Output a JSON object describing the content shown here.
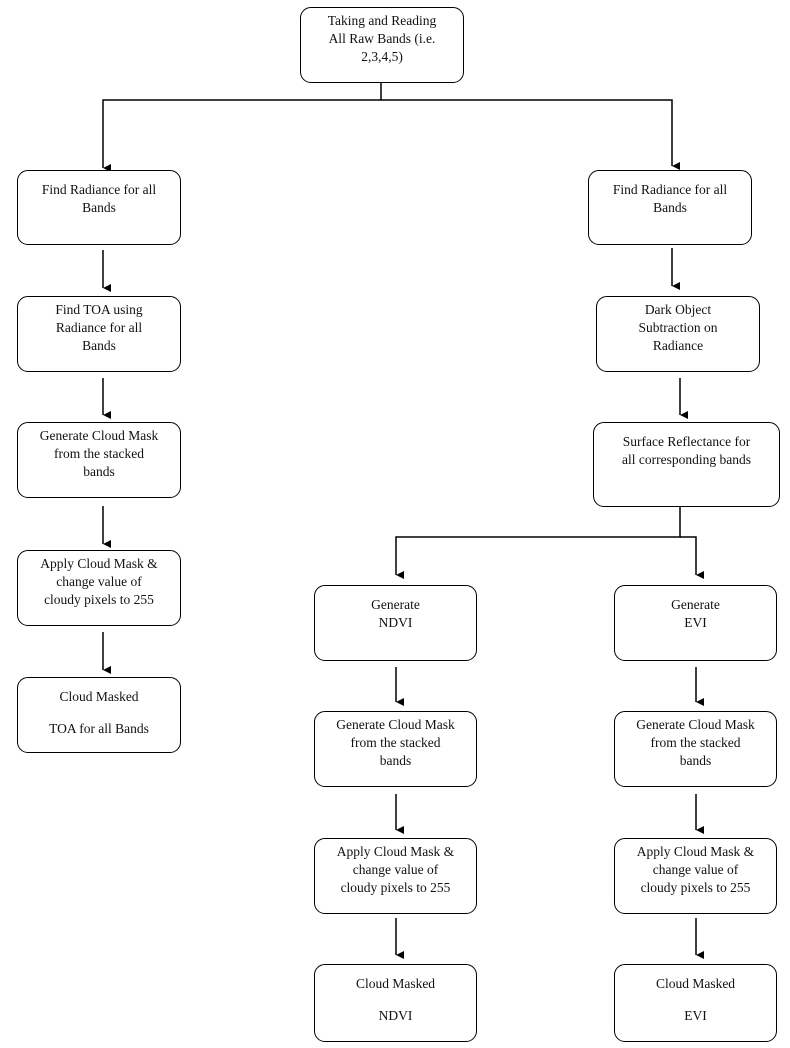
{
  "nodes": {
    "start": {
      "lines": [
        "Taking and Reading",
        "All Raw Bands (i.e.",
        "2,3,4,5)"
      ]
    },
    "left": {
      "radiance": {
        "lines": [
          "Find Radiance for all",
          "Bands"
        ]
      },
      "toa": {
        "lines": [
          "Find TOA using",
          "Radiance for all",
          "Bands"
        ]
      },
      "cloud_mask": {
        "lines": [
          "Generate Cloud Mask",
          "from the stacked",
          "bands"
        ]
      },
      "apply_mask": {
        "lines": [
          "Apply Cloud Mask &",
          "change value of",
          "cloudy pixels to 255"
        ]
      },
      "result": {
        "lines": [
          "Cloud Masked",
          "TOA for all Bands"
        ]
      }
    },
    "right": {
      "radiance": {
        "lines": [
          "Find Radiance for all",
          "Bands"
        ]
      },
      "dark_object": {
        "lines": [
          "Dark Object",
          "Subtraction on",
          "Radiance"
        ]
      },
      "surface_reflectance": {
        "lines": [
          "Surface Reflectance for",
          "all corresponding bands"
        ]
      },
      "ndvi": {
        "generate": {
          "lines": [
            "Generate",
            "NDVI"
          ]
        },
        "cloud_mask": {
          "lines": [
            "Generate Cloud Mask",
            "from the stacked",
            "bands"
          ]
        },
        "apply_mask": {
          "lines": [
            "Apply Cloud Mask &",
            "change value of",
            "cloudy pixels to 255"
          ]
        },
        "result": {
          "lines": [
            "Cloud Masked",
            "NDVI"
          ]
        }
      },
      "evi": {
        "generate": {
          "lines": [
            "Generate",
            "EVI"
          ]
        },
        "cloud_mask": {
          "lines": [
            "Generate Cloud Mask",
            "from the stacked",
            "bands"
          ]
        },
        "apply_mask": {
          "lines": [
            "Apply Cloud Mask &",
            "change value of",
            "cloudy pixels to 255"
          ]
        },
        "result": {
          "lines": [
            "Cloud Masked",
            "EVI"
          ]
        }
      }
    }
  }
}
